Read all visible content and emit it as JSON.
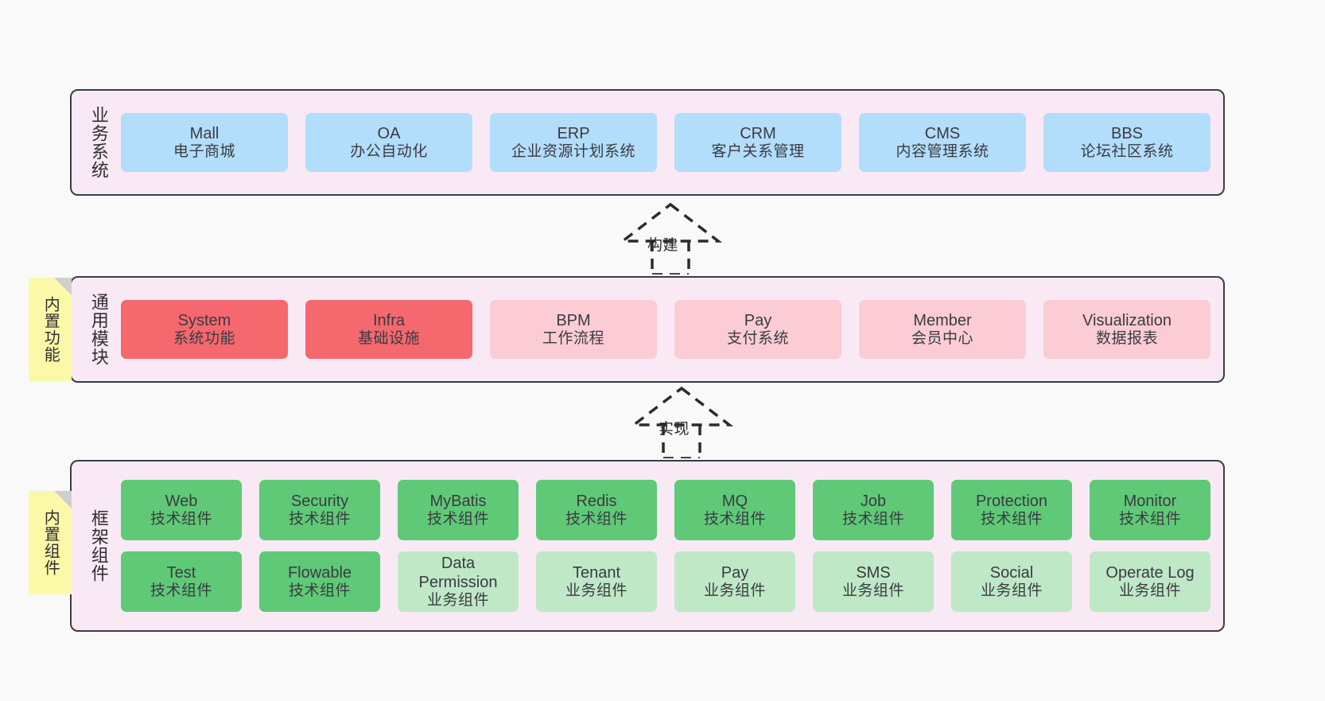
{
  "diagram": {
    "background": "#f9f9f9",
    "panel_bg": "#f9e9f5",
    "panel_border": "#3b3b46",
    "colors": {
      "blue": "#b2ddfb",
      "red": "#f4686e",
      "pink": "#fbccd4",
      "green": "#5fc977",
      "light_green": "#bfe8c6",
      "note_yellow": "#fbf8a8",
      "note_fold": "#cfcfcf"
    }
  },
  "notes": [
    {
      "id": "builtin-function",
      "text": "内置功能"
    },
    {
      "id": "builtin-component",
      "text": "内置组件"
    }
  ],
  "arrows": [
    {
      "id": "build",
      "label": "构建",
      "style": "dashed-hollow-triangle",
      "direction": "up"
    },
    {
      "id": "implement",
      "label": "实现",
      "style": "dashed-hollow-triangle",
      "direction": "up"
    }
  ],
  "layers": [
    {
      "id": "business-system",
      "title": "业务系统",
      "rows": [
        {
          "cells": [
            {
              "en": "Mall",
              "cn": "电子商城",
              "color": "c-blue"
            },
            {
              "en": "OA",
              "cn": "办公自动化",
              "color": "c-blue"
            },
            {
              "en": "ERP",
              "cn": "企业资源计划系统",
              "color": "c-blue"
            },
            {
              "en": "CRM",
              "cn": "客户关系管理",
              "color": "c-blue"
            },
            {
              "en": "CMS",
              "cn": "内容管理系统",
              "color": "c-blue"
            },
            {
              "en": "BBS",
              "cn": "论坛社区系统",
              "color": "c-blue"
            }
          ]
        }
      ]
    },
    {
      "id": "common-module",
      "title": "通用模块",
      "rows": [
        {
          "cells": [
            {
              "en": "System",
              "cn": "系统功能",
              "color": "c-red"
            },
            {
              "en": "Infra",
              "cn": "基础设施",
              "color": "c-red"
            },
            {
              "en": "BPM",
              "cn": "工作流程",
              "color": "c-pink"
            },
            {
              "en": "Pay",
              "cn": "支付系统",
              "color": "c-pink"
            },
            {
              "en": "Member",
              "cn": "会员中心",
              "color": "c-pink"
            },
            {
              "en": "Visualization",
              "cn": "数据报表",
              "color": "c-pink"
            }
          ]
        }
      ]
    },
    {
      "id": "framework-component",
      "title": "框架组件",
      "rows": [
        {
          "cells": [
            {
              "en": "Web",
              "cn": "技术组件",
              "color": "c-green"
            },
            {
              "en": "Security",
              "cn": "技术组件",
              "color": "c-green"
            },
            {
              "en": "MyBatis",
              "cn": "技术组件",
              "color": "c-green"
            },
            {
              "en": "Redis",
              "cn": "技术组件",
              "color": "c-green"
            },
            {
              "en": "MQ",
              "cn": "技术组件",
              "color": "c-green"
            },
            {
              "en": "Job",
              "cn": "技术组件",
              "color": "c-green"
            },
            {
              "en": "Protection",
              "cn": "技术组件",
              "color": "c-green"
            },
            {
              "en": "Monitor",
              "cn": "技术组件",
              "color": "c-green"
            }
          ]
        },
        {
          "cells": [
            {
              "en": "Test",
              "cn": "技术组件",
              "color": "c-green"
            },
            {
              "en": "Flowable",
              "cn": "技术组件",
              "color": "c-green"
            },
            {
              "en": "Data Permission",
              "cn": "业务组件",
              "color": "c-lgreen",
              "wrap": true
            },
            {
              "en": "Tenant",
              "cn": "业务组件",
              "color": "c-lgreen"
            },
            {
              "en": "Pay",
              "cn": "业务组件",
              "color": "c-lgreen"
            },
            {
              "en": "SMS",
              "cn": "业务组件",
              "color": "c-lgreen"
            },
            {
              "en": "Social",
              "cn": "业务组件",
              "color": "c-lgreen"
            },
            {
              "en": "Operate Log",
              "cn": "业务组件",
              "color": "c-lgreen"
            }
          ]
        }
      ]
    }
  ]
}
